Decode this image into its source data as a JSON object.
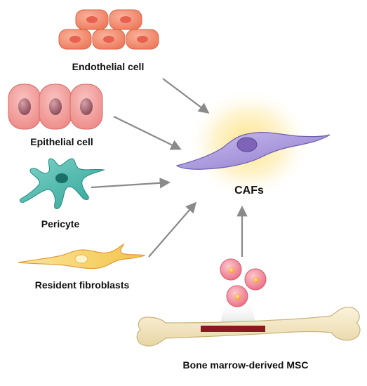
{
  "diagram": {
    "target": {
      "label": "CAFs"
    },
    "sources": {
      "endothelial": {
        "label": "Endothelial cell"
      },
      "epithelial": {
        "label": "Epithelial cell"
      },
      "pericyte": {
        "label": "Pericyte"
      },
      "fibroblast": {
        "label": "Resident fibroblasts"
      },
      "msc": {
        "label": "Bone marrow-derived MSC"
      }
    }
  },
  "colors": {
    "arrow": "#8a8a8a",
    "endothelial_fill": "#f28a6e",
    "endothelial_nucleus": "#e8604f",
    "epithelial_fill": "#f39a98",
    "epithelial_nucleus": "#a8646e",
    "pericyte_fill": "#3fb3a8",
    "pericyte_nucleus": "#1b6f6a",
    "fibroblast_fill": "#f7d25c",
    "caf_fill": "#a28fd8",
    "caf_glow": "#fde27a",
    "msc_fill": "#f07a8c",
    "msc_nucleus": "#f6a64a",
    "bone_fill": "#f3e6bf",
    "marrow": "#8c1820"
  }
}
